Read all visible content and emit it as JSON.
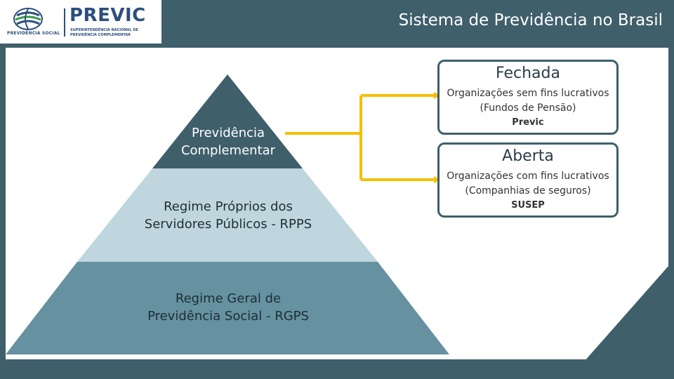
{
  "header": {
    "title": "Sistema de Previdência no Brasil",
    "logo": {
      "subtitle": "PREVIDÊNCIA SOCIAL",
      "brand": "PREVIC",
      "line1": "SUPERINTENDÊNCIA NACIONAL DE",
      "line2": "PREVIDÊNCIA COMPLEMENTAR"
    }
  },
  "pyramid": {
    "top": "Previdência\nComplementar",
    "middle": "Regime Próprios dos\nServidores Públicos - RPPS",
    "bottom": "Regime Geral de\nPrevidência Social - RGPS"
  },
  "boxes": [
    {
      "title": "Fechada",
      "desc_line1": "Organizações sem fins lucrativos",
      "desc_line2": "(Fundos de Pensão)",
      "regulator": "Previc"
    },
    {
      "title": "Aberta",
      "desc_line1": "Organizações com fins lucrativos",
      "desc_line2": "(Companhias de seguros)",
      "regulator": "SUSEP"
    }
  ],
  "colors": {
    "header": "#3f5f6b",
    "pyramid_top": "#3f5f6b",
    "pyramid_middle": "#c0d6de",
    "pyramid_bottom": "#6591a0",
    "connector": "#f5c000"
  }
}
